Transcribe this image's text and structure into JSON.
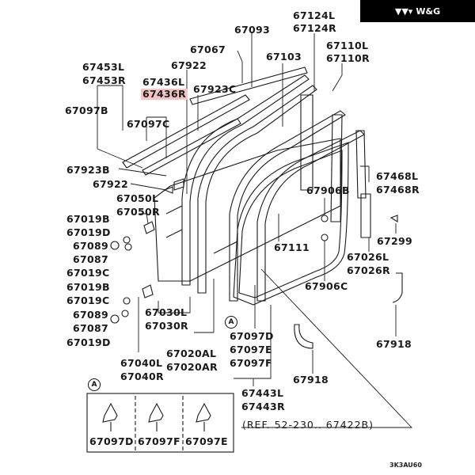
{
  "brand": {
    "logo_text": "W&G",
    "logo_icon": "wg-triangles-icon"
  },
  "diagram_code": "3K3AU60",
  "detail_callout": "A",
  "reference_note": "(REF. 52-230.. 67422B)",
  "highlight_color": "#f3c4c4",
  "labels": {
    "p67093": "67093",
    "p67124L": "67124L",
    "p67124R": "67124R",
    "p67067": "67067",
    "p67110L": "67110L",
    "p67110R": "67110R",
    "p67453L": "67453L",
    "p67453R": "67453R",
    "p67922a": "67922",
    "p67103": "67103",
    "p67436L": "67436L",
    "p67436R": "67436R",
    "p67923C": "67923C",
    "p67097B": "67097B",
    "p67097C": "67097C",
    "p67923B": "67923B",
    "p67922b": "67922",
    "p67050L": "67050L",
    "p67050R": "67050R",
    "p67468L": "67468L",
    "p67468R": "67468R",
    "p67906B": "67906B",
    "p67019B_1": "67019B",
    "p67019D_1": "67019D",
    "p67089_1": "67089",
    "p67087_1": "67087",
    "p67019C_1": "67019C",
    "p67019B_2": "67019B",
    "p67019C_2": "67019C",
    "p67089_2": "67089",
    "p67087_2": "67087",
    "p67019D_2": "67019D",
    "p67111": "67111",
    "p67299": "67299",
    "p67026L": "67026L",
    "p67026R": "67026R",
    "p67906C": "67906C",
    "p67030L": "67030L",
    "p67030R": "67030R",
    "p67097D": "67097D",
    "p67097E": "67097E",
    "p67097F": "67097F",
    "p67020AL": "67020AL",
    "p67020AR": "67020AR",
    "p67040L": "67040L",
    "p67040R": "67040R",
    "p67918a": "67918",
    "p67918b": "67918",
    "p67443L": "67443L",
    "p67443R": "67443R",
    "detail_67097D": "67097D",
    "detail_67097F": "67097F",
    "detail_67097E": "67097E"
  }
}
